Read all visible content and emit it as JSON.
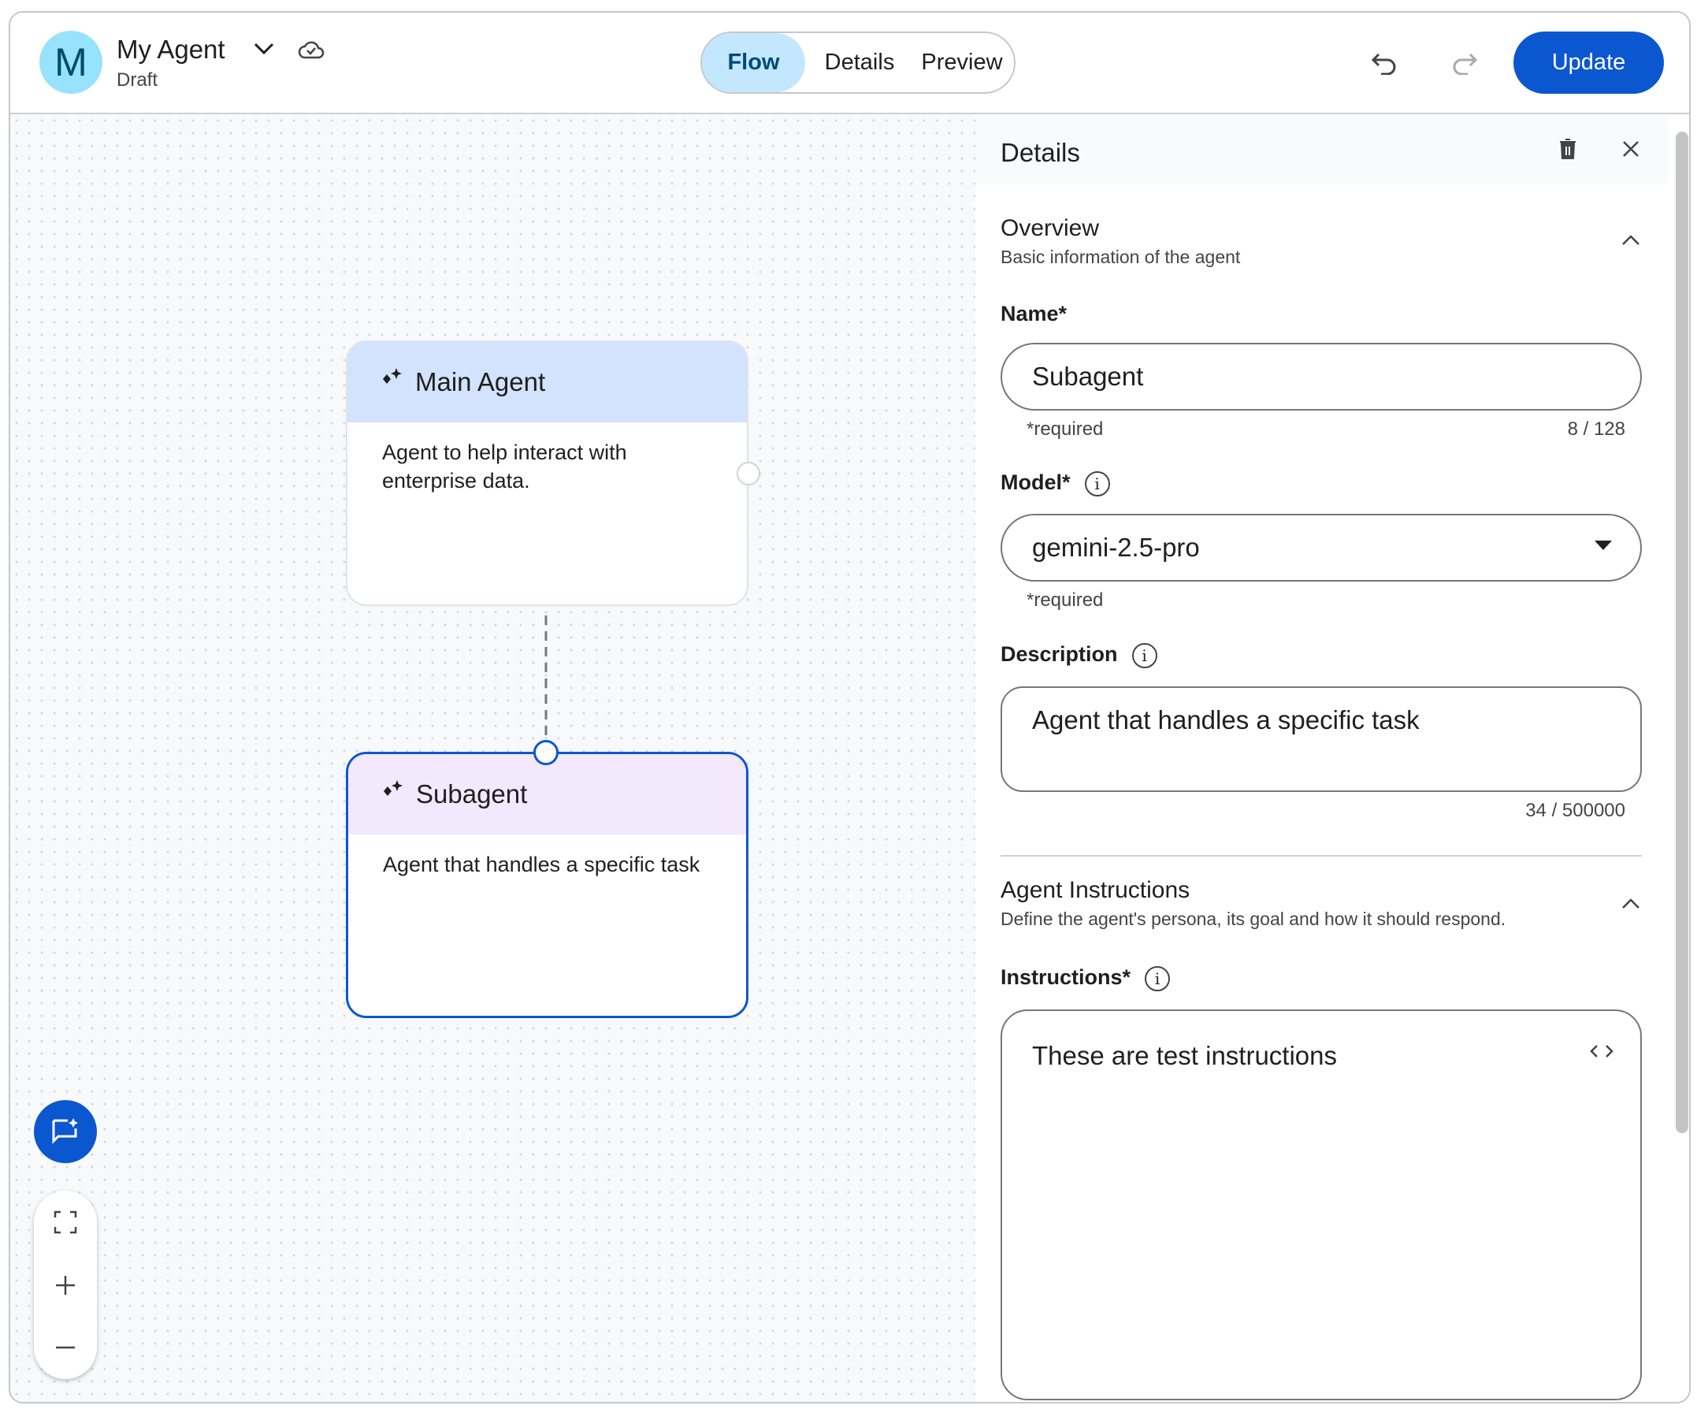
{
  "header": {
    "avatar_letter": "M",
    "title": "My Agent",
    "status": "Draft",
    "tabs": [
      {
        "label": "Flow",
        "active": true
      },
      {
        "label": "Details"
      },
      {
        "label": "Preview"
      }
    ],
    "update_label": "Update",
    "accent": "#0b57d0"
  },
  "canvas": {
    "main_agent": {
      "title": "Main Agent",
      "description": "Agent to help interact with enterprise data."
    },
    "subagent": {
      "title": "Subagent",
      "description": "Agent that handles a specific task",
      "selected": true
    }
  },
  "panel": {
    "title": "Details",
    "overview": {
      "title": "Overview",
      "subtitle": "Basic information of the agent"
    },
    "name": {
      "label": "Name*",
      "value": "Subagent",
      "hint": "*required",
      "count": "8 / 128"
    },
    "model": {
      "label": "Model*",
      "value": "gemini-2.5-pro",
      "hint": "*required"
    },
    "description": {
      "label": "Description",
      "value": "Agent that handles a specific task",
      "count": "34 / 500000"
    },
    "instructions_section": {
      "title": "Agent Instructions",
      "subtitle": "Define the agent's persona, its goal and how it should respond."
    },
    "instructions": {
      "label": "Instructions*",
      "value": "These are test instructions"
    }
  }
}
